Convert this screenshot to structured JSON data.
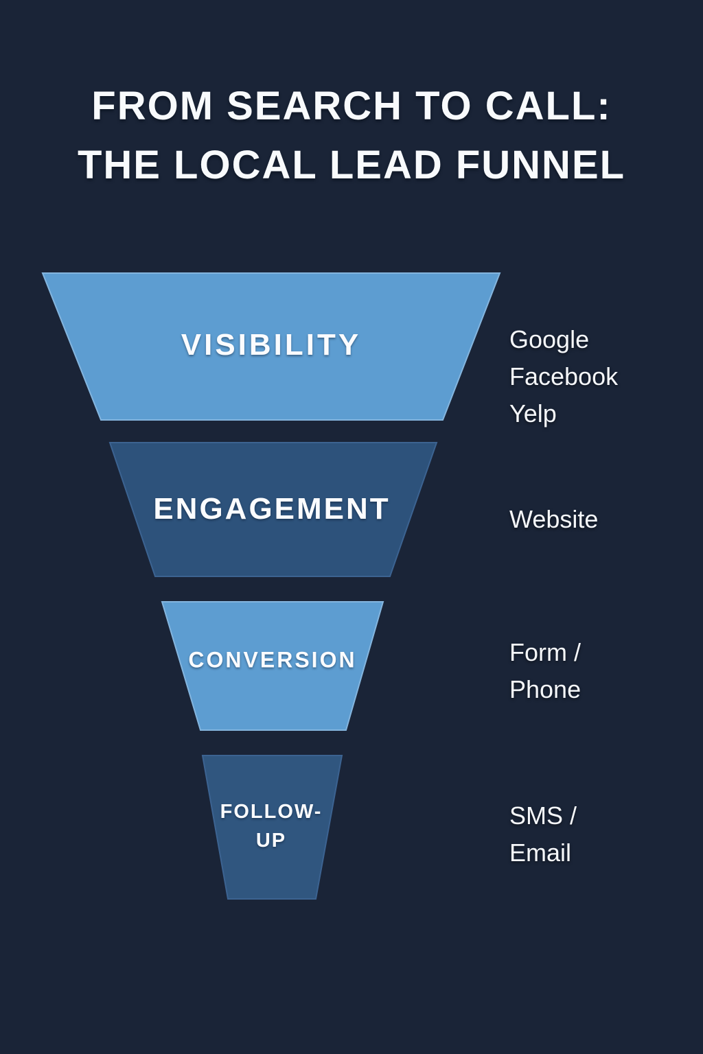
{
  "title": {
    "line1": "FROM SEARCH TO CALL:",
    "line2": "THE LOCAL LEAD FUNNEL"
  },
  "colors": {
    "background": "#1a2437",
    "stage_light_blue": "#5d9dd1",
    "stage_dark_blue": "#2d527b",
    "stage_medium_blue": "#30567f",
    "text_white": "#f8fafc"
  },
  "funnel": {
    "stages": [
      {
        "label": "VISIBILITY",
        "channels": [
          "Google",
          "Facebook",
          "Yelp"
        ]
      },
      {
        "label": "ENGAGEMENT",
        "channels": [
          "Website"
        ]
      },
      {
        "label": "CONVERSION",
        "channels": [
          "Form /",
          "Phone"
        ]
      },
      {
        "label": "FOLLOW-UP",
        "channels": [
          "SMS /",
          "Email"
        ]
      }
    ]
  }
}
